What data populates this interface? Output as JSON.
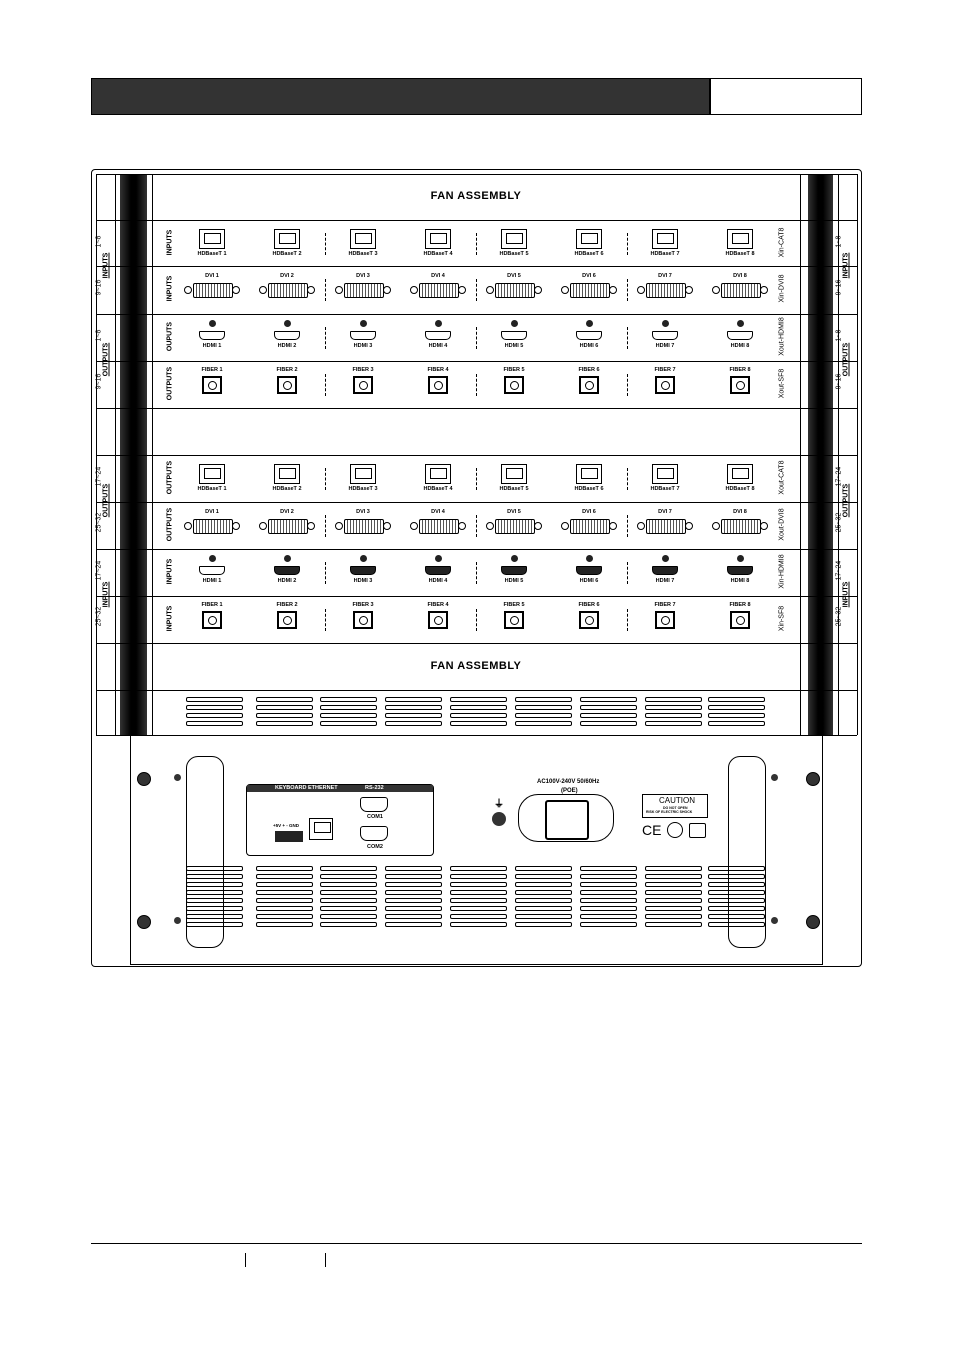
{
  "fan_label": "FAN ASSEMBLY",
  "side_left": [
    {
      "group": "INPUTS",
      "ranges": [
        "1~8",
        "9~16"
      ]
    },
    {
      "group": "OUTPUTS",
      "ranges": [
        "1~8",
        "9~16"
      ]
    },
    {
      "group": "OUTPUTS",
      "ranges": [
        "17~24",
        "25~32"
      ]
    },
    {
      "group": "INPUTS",
      "ranges": [
        "17~24",
        "25~32"
      ]
    }
  ],
  "side_right": [
    {
      "group": "INPUTS",
      "ranges": [
        "1~8",
        "9~16"
      ]
    },
    {
      "group": "OUTPUTS",
      "ranges": [
        "1~8",
        "9~16"
      ]
    },
    {
      "group": "OUTPUTS",
      "ranges": [
        "17~24",
        "25~32"
      ]
    },
    {
      "group": "INPUTS",
      "ranges": [
        "17~24",
        "25~32"
      ]
    }
  ],
  "cards": [
    {
      "dir": "INPUTS",
      "type": "rj45",
      "port": "HDBaseT",
      "model": "Xin-CAT8"
    },
    {
      "dir": "INPUTS",
      "type": "dvi",
      "port": "DVI",
      "model": "Xin-DVI8"
    },
    {
      "dir": "OUPUTS",
      "type": "hdmi",
      "port": "HDMI",
      "model": "Xout-HDMI8"
    },
    {
      "dir": "OUTPUTS",
      "type": "sfp",
      "port": "FIBER",
      "model": "Xout-SF8"
    },
    {
      "dir": "OUTPUTS",
      "type": "rj45",
      "port": "HDBaseT",
      "model": "Xout-CAT8"
    },
    {
      "dir": "OUTPUTS",
      "type": "dvi",
      "port": "DVI",
      "model": "Xout-DVI8"
    },
    {
      "dir": "INPUTS",
      "type": "hdmi",
      "port": "HDMI",
      "model": "Xin-HDMI8"
    },
    {
      "dir": "INPUTS",
      "type": "sfp",
      "port": "FIBER",
      "model": "Xin-SF8"
    }
  ],
  "rear": {
    "io_header": "KEYBOARD  ETHERNET",
    "rs232": "RS-232",
    "com1": "COM1",
    "com2": "COM2",
    "keyboard_pins": "+5V  +   -  GND",
    "power_label": "AC100V-240V  50/60Hz",
    "poe": "(POE)",
    "caution": "CAUTION",
    "caution_sub": "DO NOT OPEN",
    "caution_sub2": "RISK OF ELECTRIC SHOCK",
    "ce": "CE",
    "ground": "⏚"
  }
}
